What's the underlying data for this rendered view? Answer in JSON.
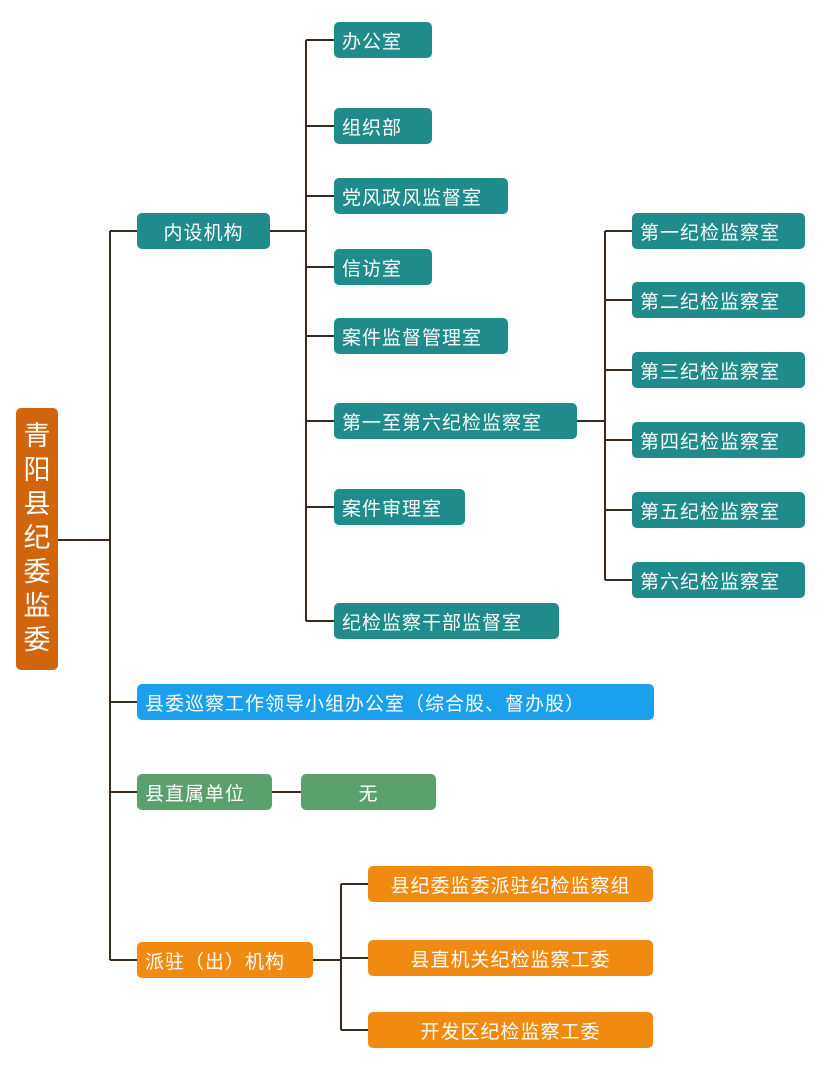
{
  "root": {
    "label": [
      "青",
      "阳",
      "县",
      "纪",
      "委",
      "监",
      "委"
    ]
  },
  "internal": {
    "label": "内设机构",
    "items": [
      "办公室",
      "组织部",
      "党风政风监督室",
      "信访室",
      "案件监督管理室",
      "第一至第六纪检监察室",
      "案件审理室",
      "纪检监察干部监督室"
    ],
    "sub_rooms": [
      "第一纪检监察室",
      "第二纪检监察室",
      "第三纪检监察室",
      "第四纪检监察室",
      "第五纪检监察室",
      "第六纪检监察室"
    ]
  },
  "inspection_office": {
    "label": "县委巡察工作领导小组办公室（综合股、督办股）"
  },
  "direct_units": {
    "label": "县直属单位",
    "value": "无"
  },
  "dispatched": {
    "label": "派驻（出）机构",
    "items": [
      "县纪委监委派驻纪检监察组",
      "县直机关纪检监察工委",
      "开发区纪检监察工委"
    ]
  },
  "colors": {
    "line": "#3a2a20",
    "teal": "#1f8b8b",
    "blue": "#1aa0ec",
    "green": "#5aa06e",
    "orange": "#f08a10",
    "root": "#d2640c"
  }
}
